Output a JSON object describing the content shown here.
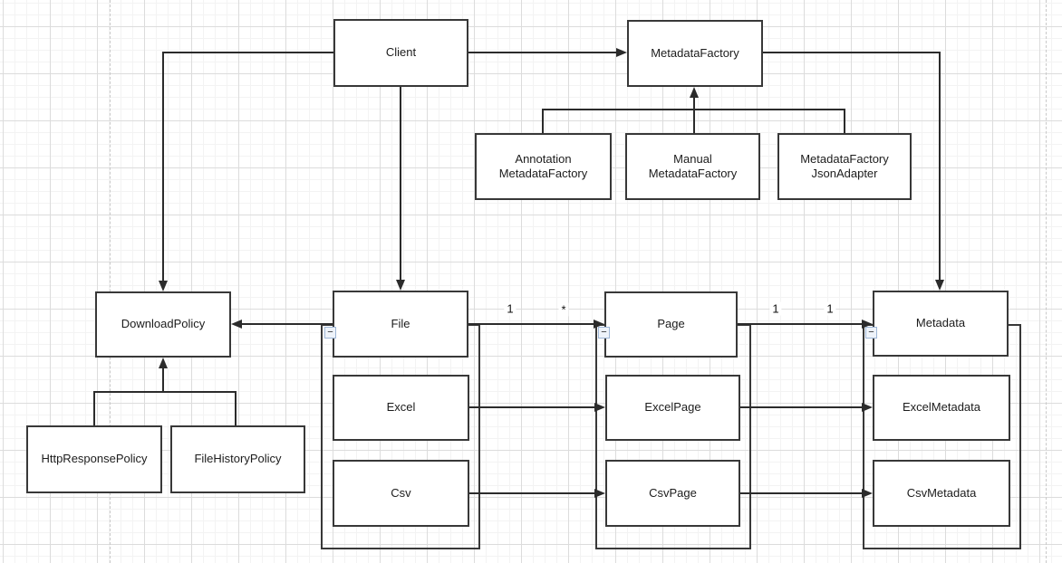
{
  "nodes": {
    "client": {
      "label": "Client"
    },
    "metadata_factory": {
      "label": "MetadataFactory"
    },
    "annotation_metadata_factory": {
      "label": "Annotation MetadataFactory"
    },
    "manual_metadata_factory": {
      "label": "Manual MetadataFactory"
    },
    "metadata_factory_json_adapter": {
      "label": "MetadataFactory JsonAdapter"
    },
    "download_policy": {
      "label": "DownloadPolicy"
    },
    "http_response_policy": {
      "label": "HttpResponsePolicy"
    },
    "file_history_policy": {
      "label": "FileHistoryPolicy"
    },
    "file": {
      "label": "File"
    },
    "excel": {
      "label": "Excel"
    },
    "csv": {
      "label": "Csv"
    },
    "page": {
      "label": "Page"
    },
    "excel_page": {
      "label": "ExcelPage"
    },
    "csv_page": {
      "label": "CsvPage"
    },
    "metadata": {
      "label": "Metadata"
    },
    "excel_metadata": {
      "label": "ExcelMetadata"
    },
    "csv_metadata": {
      "label": "CsvMetadata"
    }
  },
  "edge_labels": {
    "file_page": {
      "source": "1",
      "target": "*"
    },
    "page_metadata": {
      "source": "1",
      "target": "1"
    }
  },
  "icons": {
    "collapse_glyph": "−"
  },
  "colors": {
    "stroke": "#2b2b2b",
    "node_border": "#383838",
    "node_fill": "#ffffff",
    "grid_minor": "#f3f3f3",
    "grid_major": "#dcdcdc",
    "page_guide": "#c9c9c9"
  }
}
